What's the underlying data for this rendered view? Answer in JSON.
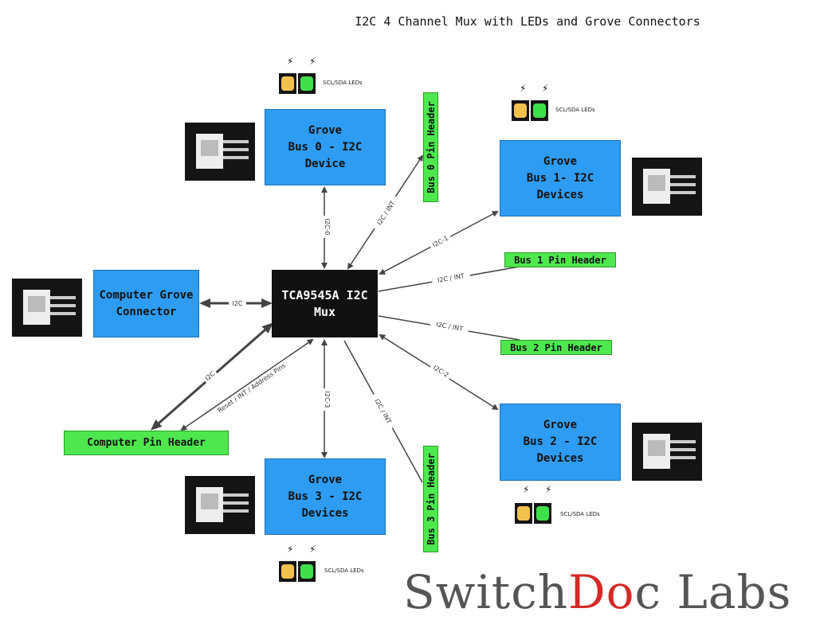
{
  "title": "I2C 4 Channel Mux with LEDs and Grove Connectors",
  "mux": {
    "line1": "TCA9545A I2C",
    "line2": "Mux"
  },
  "devices": {
    "computer": {
      "line1": "Computer Grove",
      "line2": "Connector"
    },
    "bus0": {
      "line1": "Grove",
      "line2": "Bus 0 - I2C Device"
    },
    "bus1": {
      "line1": "Grove",
      "line2": "Bus 1- I2C Devices"
    },
    "bus2": {
      "line1": "Grove",
      "line2": "Bus 2 - I2C Devices"
    },
    "bus3": {
      "line1": "Grove",
      "line2": "Bus 3 - I2C Devices"
    }
  },
  "headers": {
    "bus0": "Bus 0 Pin Header",
    "bus1": "Bus 1 Pin Header",
    "bus2": "Bus 2 Pin Header",
    "bus3": "Bus 3 Pin Header",
    "computer": "Computer Pin Header"
  },
  "leds": {
    "label": "SCL/SDA LEDs",
    "colors": {
      "scl": "#f2c14e",
      "sda": "#3ee04a"
    }
  },
  "connections": {
    "i2c": "I2C",
    "i2c0": "I2C-0",
    "i2c1": "I2C-1",
    "i2c2": "I2C-2",
    "i2c3": "I2C-3",
    "i2c_int": "I2C / INT",
    "reset": "Reset / INT / Address Pins"
  },
  "logo": {
    "part1": "Switch",
    "part2": "Do",
    "part3": "c Labs"
  },
  "colors": {
    "device": "#2e9cf2",
    "header": "#4ee84e",
    "mux": "#111111",
    "logo_accent": "#d42a25"
  }
}
